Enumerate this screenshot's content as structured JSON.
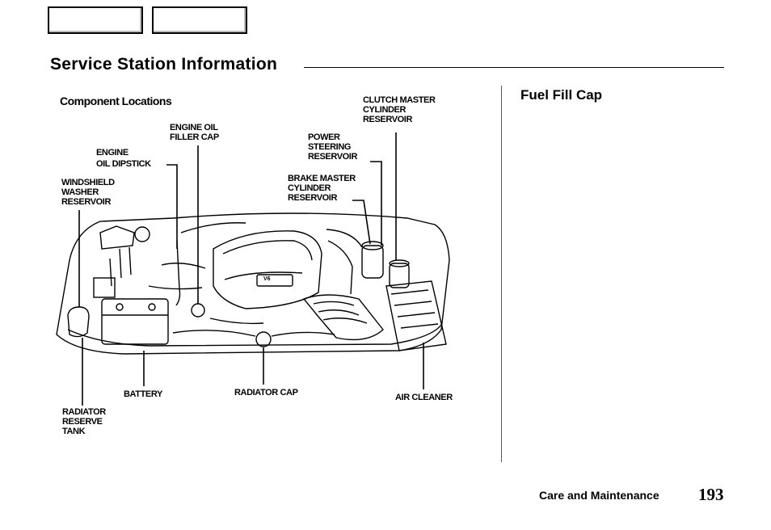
{
  "navigation": {
    "prev_label": "",
    "next_label": ""
  },
  "page": {
    "title": "Service Station Information",
    "section_footer": "Care and Maintenance",
    "page_number": "193"
  },
  "sidebar": {
    "heading": "Fuel Fill Cap"
  },
  "figure": {
    "title": "Component Locations",
    "engine_badge": "V6",
    "callouts": {
      "engine_oil_filler_cap": "ENGINE OIL\nFILLER CAP",
      "engine_oil_dipstick": "ENGINE\nOIL DIPSTICK",
      "windshield_washer_reservoir": "WINDSHIELD\nWASHER\nRESERVOIR",
      "clutch_master_cylinder_reservoir": "CLUTCH MASTER\nCYLINDER\nRESERVOIR",
      "power_steering_reservoir": "POWER\nSTEERING\nRESERVOIR",
      "brake_master_cylinder_reservoir": "BRAKE MASTER\nCYLINDER\nRESERVOIR",
      "battery": "BATTERY",
      "radiator_cap": "RADIATOR CAP",
      "air_cleaner": "AIR CLEANER",
      "radiator_reserve_tank": "RADIATOR\nRESERVE\nTANK"
    }
  }
}
